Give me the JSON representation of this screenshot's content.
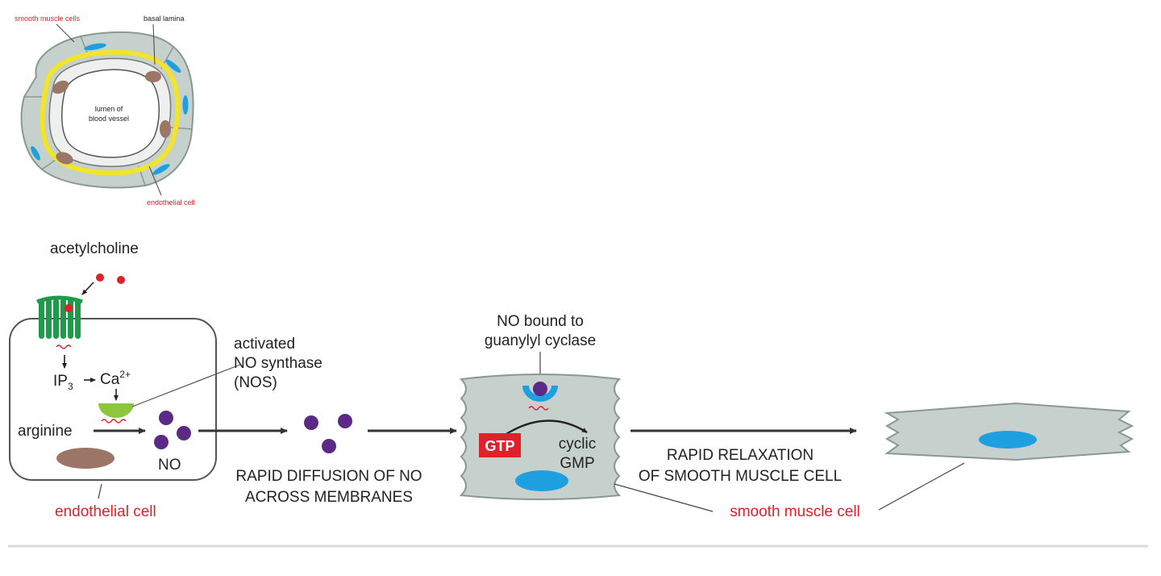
{
  "vessel_inset": {
    "labels": {
      "smooth_muscle_cells": "smooth muscle cells",
      "basal_lamina": "basal lamina",
      "lumen_line1": "lumen of",
      "lumen_line2": "blood vessel",
      "endothelial_cell": "endothelial cell"
    }
  },
  "pathway": {
    "acetylcholine": "acetylcholine",
    "ip3": "IP",
    "ip3_sub": "3",
    "ca": "Ca",
    "ca_sup": "2+",
    "arginine": "arginine",
    "no": "NO",
    "nos_line1": "activated",
    "nos_line2": "NO synthase",
    "nos_line3": "(NOS)",
    "endothelial_cell": "endothelial cell",
    "diffusion_line1": "RAPID DIFFUSION OF NO",
    "diffusion_line2": "ACROSS MEMBRANES",
    "bound_line1": "NO bound to",
    "bound_line2": "guanylyl cyclase",
    "gtp": "GTP",
    "cgmp_line1": "cyclic",
    "cgmp_line2": "GMP",
    "relax_line1": "RAPID RELAXATION",
    "relax_line2": "OF SMOOTH MUSCLE CELL",
    "smooth_muscle_cell": "smooth muscle cell"
  },
  "colors": {
    "label_red": "#e0202a",
    "receptor_green": "#1e9a4a",
    "nos_green": "#8cc63f",
    "no_purple": "#5b2a86",
    "nucleus_blue": "#1ea0e0",
    "cell_gray": "#c6d0cc",
    "lamina_yellow": "#f2e42a",
    "organelle_brown": "#9b7566",
    "gtp_red": "#e0202a",
    "arrow": "#333333"
  }
}
